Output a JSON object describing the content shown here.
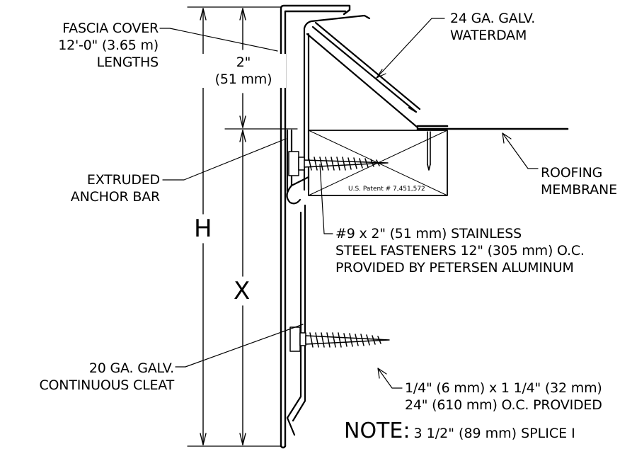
{
  "labels": {
    "fascia_cover": [
      "FASCIA COVER",
      "12'-0\" (3.65 m)",
      "LENGTHS"
    ],
    "waterdam": [
      "24 GA. GALV.",
      "WATERDAM"
    ],
    "dim_2in": [
      "2\"",
      "(51 mm)"
    ],
    "anchor_bar": [
      "EXTRUDED",
      "ANCHOR BAR"
    ],
    "roofing_membrane": [
      "ROOFING",
      "MEMBRANE"
    ],
    "stainless_fasteners": [
      "#9 x 2\" (51 mm) STAINLESS",
      "STEEL FASTENERS 12\" (305 mm) O.C.",
      "PROVIDED BY PETERSEN ALUMINUM"
    ],
    "cleat": [
      "20 GA. GALV.",
      "CONTINUOUS CLEAT"
    ],
    "lag_fastener": [
      "1/4\" (6 mm) x 1 1/4\" (32 mm)",
      "24\" (610 mm) O.C. PROVIDED"
    ],
    "dim_h": "H",
    "dim_x": "X",
    "patent": "U.S. Patent # 7,451,572",
    "note_prefix": "NOTE:",
    "note_text": "3 1/2\" (89 mm) SPLICE I"
  },
  "colors": {
    "ink": "#000000",
    "paper": "#ffffff"
  }
}
